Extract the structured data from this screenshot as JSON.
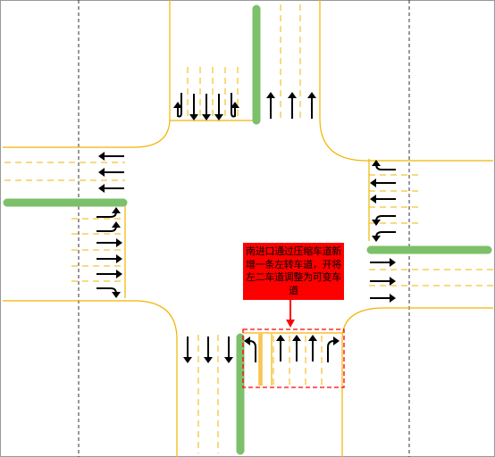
{
  "annotation": {
    "text": "南进口通过压缩车道新增一条左转车道，开将左二车道调整为可变车道"
  },
  "colors": {
    "curb": "#f2b400",
    "lane_dash": "#f2b400",
    "median": "#7cc06a",
    "arrow": "#000000",
    "callout_bg": "#ff0000",
    "highlight": "#ff0000",
    "dashed_border": "#333333"
  },
  "approaches": {
    "north_in": [
      "left-uturn",
      "straight",
      "straight",
      "straight",
      "right-uturn"
    ],
    "north_out": [
      "up",
      "up",
      "up"
    ],
    "west_out": [
      "left",
      "left",
      "left"
    ],
    "west_in": [
      "left-turn",
      "left-turn",
      "right",
      "right",
      "right",
      "right-turn"
    ],
    "east_in": [
      "left-turn",
      "left",
      "left",
      "left-turn",
      "left-turn"
    ],
    "east_out": [
      "right",
      "right",
      "right"
    ],
    "south_out": [
      "down",
      "down",
      "down"
    ],
    "south_in": [
      "left-turn",
      "straight",
      "straight",
      "straight",
      "right-turn"
    ]
  }
}
